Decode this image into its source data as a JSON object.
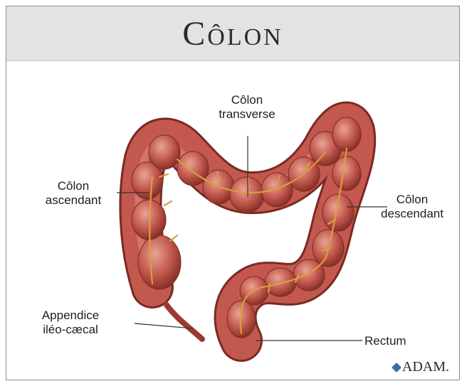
{
  "title": "Côlon",
  "labels": {
    "transverse": [
      "Côlon",
      "transverse"
    ],
    "ascending": [
      "Côlon",
      "ascendant"
    ],
    "descending": [
      "Côlon",
      "descendant"
    ],
    "appendix": [
      "Appendice",
      "iléo-cæcal"
    ],
    "rectum": "Rectum"
  },
  "logo": "ADAM.",
  "colors": {
    "colon": "#c2584e",
    "colon_dark": "#8e3329",
    "colon_light": "#dd8a7b",
    "vessel": "#d9a03a",
    "title_bg": "#e3e3e3"
  }
}
